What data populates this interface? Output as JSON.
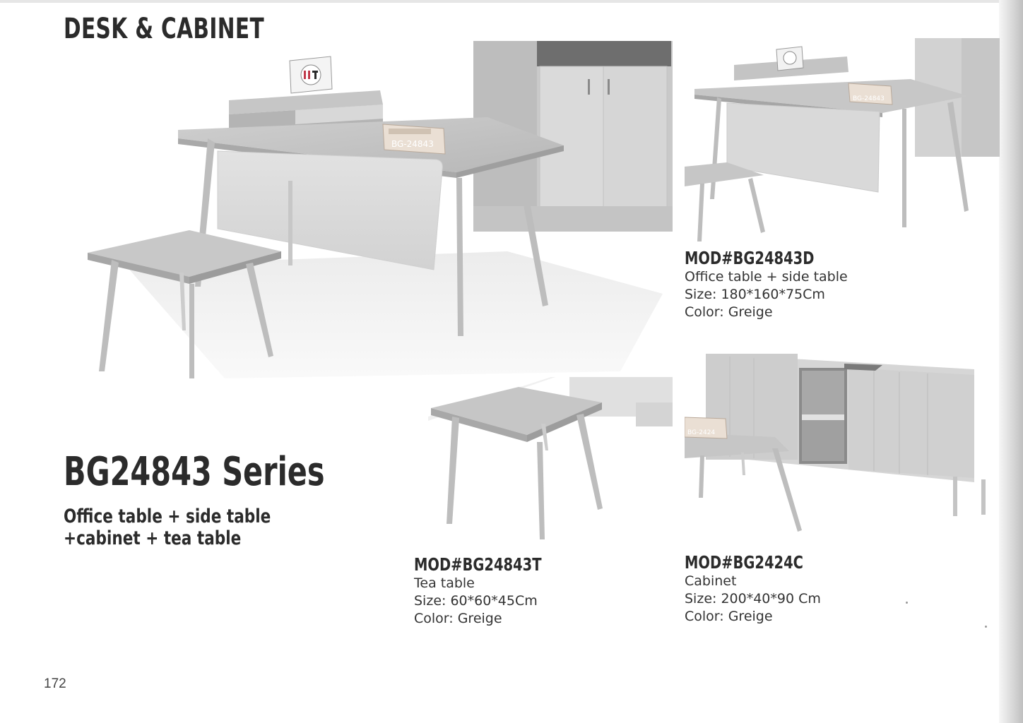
{
  "header": {
    "title": "DESK & CABINET"
  },
  "series": {
    "title": "BG24843 Series",
    "subtitle_lines": [
      "Office table + side table",
      "+cabinet + tea table"
    ]
  },
  "products": [
    {
      "model": "MOD#BG24843D",
      "name": "Office table + side table",
      "size": "Size: 180*160*75Cm",
      "color": "Color: Greige"
    },
    {
      "model": "MOD#BG24843T",
      "name": "Tea table",
      "size": "Size: 60*60*45Cm",
      "color": "Color: Greige"
    },
    {
      "model": "MOD#BG2424C",
      "name": "Cabinet",
      "size": "Size: 200*40*90 Cm",
      "color": "Color: Greige"
    }
  ],
  "page_number": "172",
  "name_plates": {
    "main": "BG-24843",
    "detail": "BG-24843",
    "cabinet": "BG-2424"
  }
}
